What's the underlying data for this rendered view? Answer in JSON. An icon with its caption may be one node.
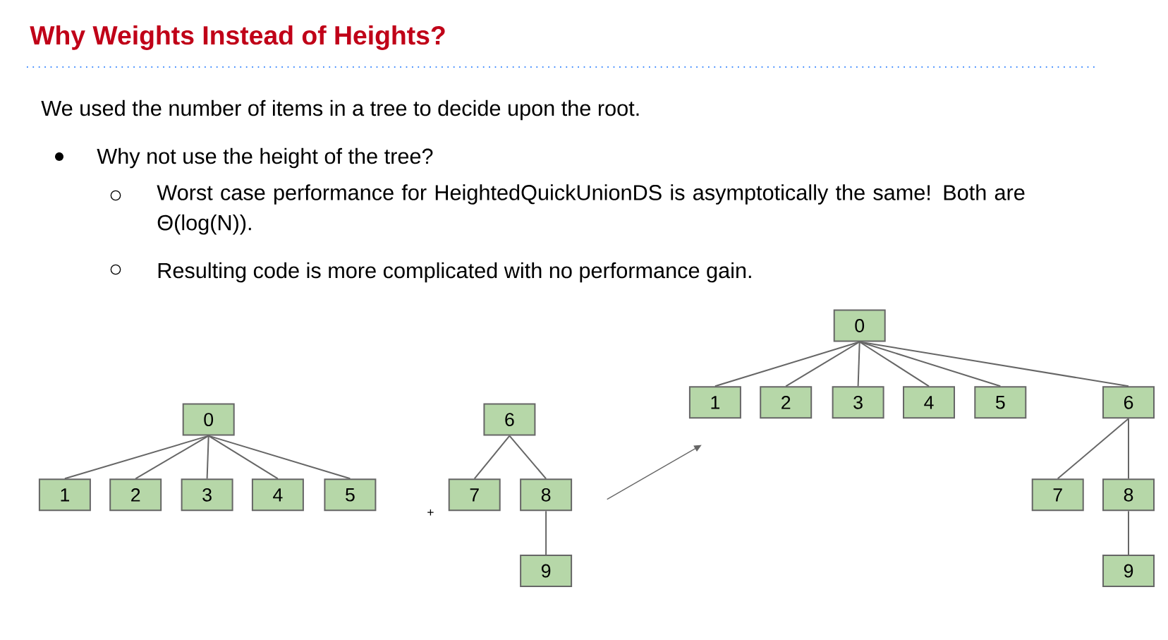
{
  "diagram": {
    "title": "Why Weights Instead of Heights?",
    "nodes": [
      {
        "text": [
          "0"
        ]
      },
      {
        "text": [
          "1"
        ]
      },
      {
        "text": [
          "2"
        ]
      },
      {
        "text": [
          "3"
        ]
      },
      {
        "text": [
          "4"
        ]
      },
      {
        "text": [
          "5"
        ]
      },
      {
        "text": [
          "6"
        ]
      },
      {
        "text": [
          "7"
        ]
      },
      {
        "text": [
          "8"
        ]
      },
      {
        "text": [
          "9"
        ]
      },
      {
        "text": [
          "0"
        ]
      },
      {
        "text": [
          "1"
        ]
      },
      {
        "text": [
          "2"
        ]
      },
      {
        "text": [
          "3"
        ]
      },
      {
        "text": [
          "4"
        ]
      },
      {
        "text": [
          "5"
        ]
      },
      {
        "text": [
          "6"
        ]
      },
      {
        "text": [
          "7"
        ]
      },
      {
        "text": [
          "8"
        ]
      },
      {
        "text": [
          "9"
        ]
      }
    ],
    "edges": [
      {
        "from": 0,
        "to": 1,
        "arrow": "none"
      },
      {
        "from": 0,
        "to": 2,
        "arrow": "none"
      },
      {
        "from": 0,
        "to": 3,
        "arrow": "none"
      },
      {
        "from": 0,
        "to": 4,
        "arrow": "none"
      },
      {
        "from": 0,
        "to": 5,
        "arrow": "none"
      },
      {
        "from": 6,
        "to": 7,
        "arrow": "none"
      },
      {
        "from": 6,
        "to": 8,
        "arrow": "none"
      },
      {
        "from": 8,
        "to": 9,
        "arrow": "none"
      },
      {
        "from": 10,
        "to": 11,
        "arrow": "none"
      },
      {
        "from": 10,
        "to": 12,
        "arrow": "none"
      },
      {
        "from": 10,
        "to": 13,
        "arrow": "none"
      },
      {
        "from": 10,
        "to": 14,
        "arrow": "none"
      },
      {
        "from": 10,
        "to": 15,
        "arrow": "none"
      },
      {
        "from": 10,
        "to": 16,
        "arrow": "none"
      },
      {
        "from": 16,
        "to": 17,
        "arrow": "none"
      },
      {
        "from": 16,
        "to": 18,
        "arrow": "none"
      },
      {
        "from": 18,
        "to": 19,
        "arrow": "none"
      }
    ],
    "labels": [
      "We used the number of items in a tree to decide upon the root.",
      "Why not use the height of the tree?",
      "Worst case performance for HeightedQuickUnionDS is asymptotically the same! Both are Θ(log(N)).",
      "Resulting code is more complicated with no performance gain.",
      "+"
    ]
  }
}
